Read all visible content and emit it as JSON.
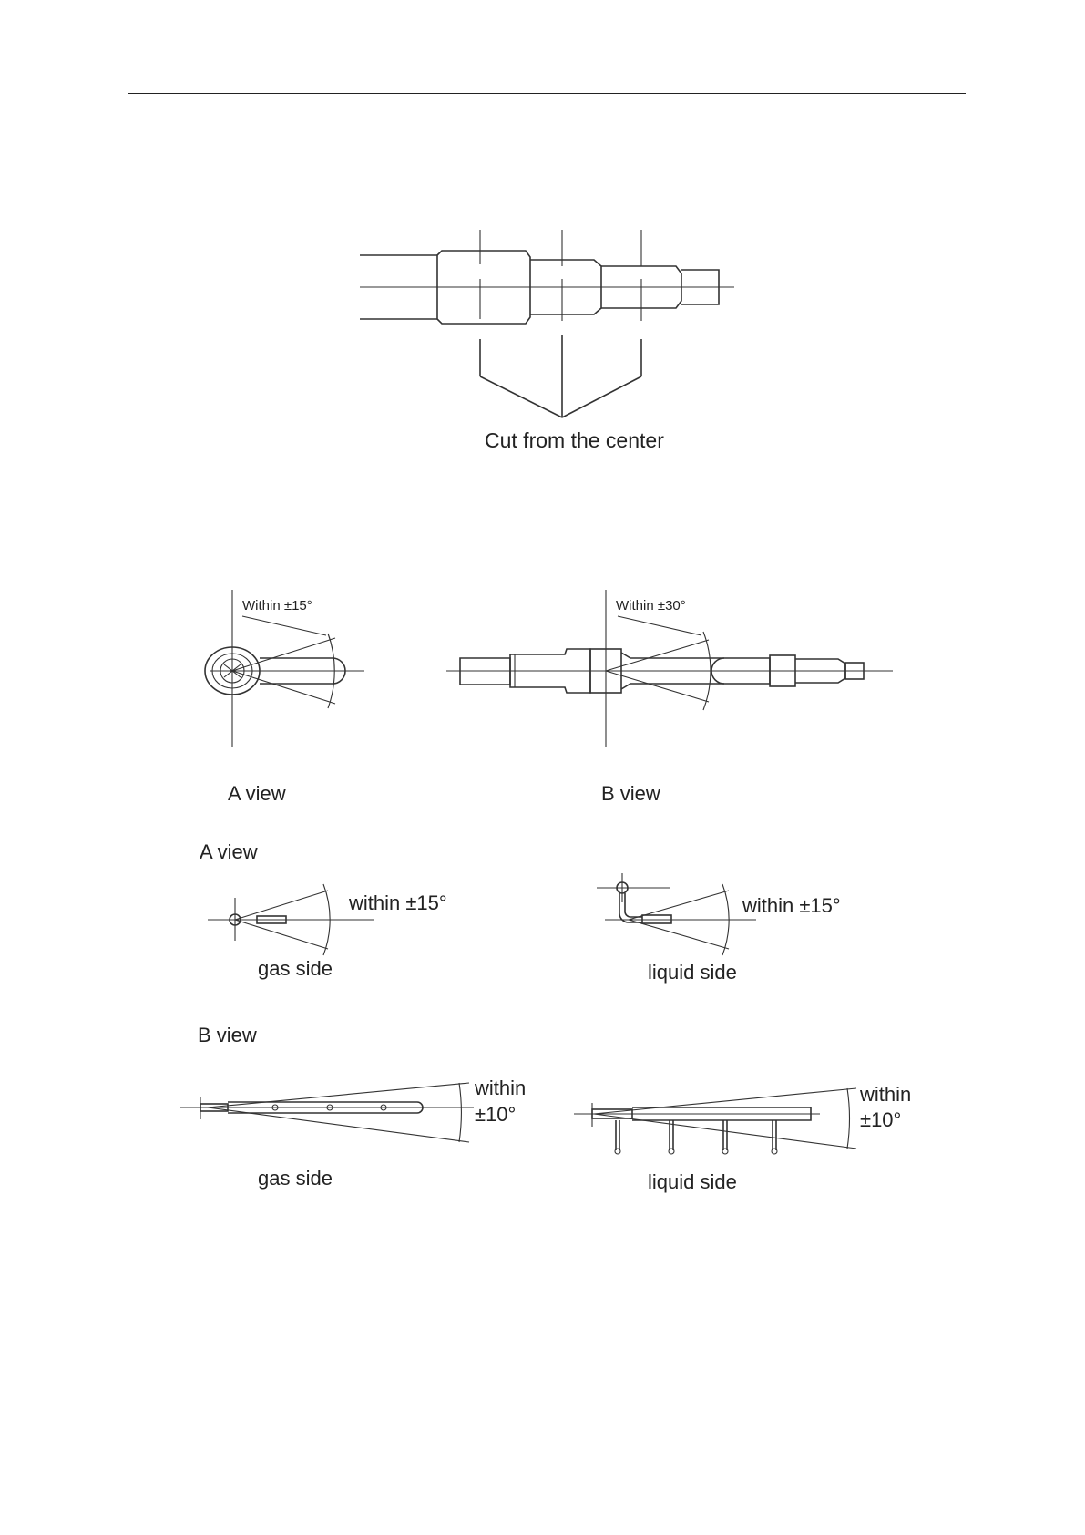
{
  "figure1": {
    "caption": "Cut from the center"
  },
  "figure2": {
    "a_angle": "Within ±15°",
    "b_angle": "Within ±30°",
    "a_label": "A view",
    "b_label": "B view"
  },
  "figure3": {
    "a_heading": "A view",
    "a_gas_angle": "within ±15°",
    "a_gas_label": "gas side",
    "a_liquid_angle": "within ±15°",
    "a_liquid_label": "liquid side",
    "b_heading": "B view",
    "b_gas_angle_1": "within",
    "b_gas_angle_2": "±10°",
    "b_gas_label": "gas side",
    "b_liquid_angle_1": "within",
    "b_liquid_angle_2": "±10°",
    "b_liquid_label": "liquid side"
  }
}
